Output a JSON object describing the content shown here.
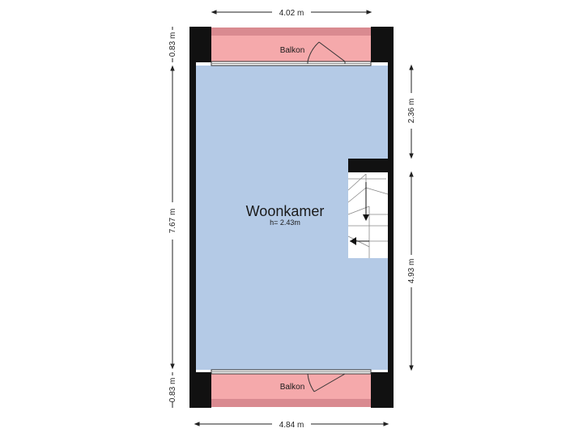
{
  "rooms": {
    "main": {
      "name": "Woonkamer",
      "height_label": "h= 2.43m"
    },
    "balcony_top": {
      "name": "Balkon"
    },
    "balcony_bottom": {
      "name": "Balkon"
    }
  },
  "dimensions": {
    "top_width": "4.02 m",
    "bottom_width": "4.84 m",
    "left_top": "0.83 m",
    "left_total": "7.67 m",
    "left_bottom": "0.83 m",
    "right_upper": "2.36 m",
    "right_lower": "4.93 m"
  },
  "colors": {
    "room_fill": "#b4cae6",
    "balcony_fill": "#f5a9ab",
    "balcony_shade": "#d98a90",
    "wall": "#111111",
    "dimension_line": "#222222"
  }
}
